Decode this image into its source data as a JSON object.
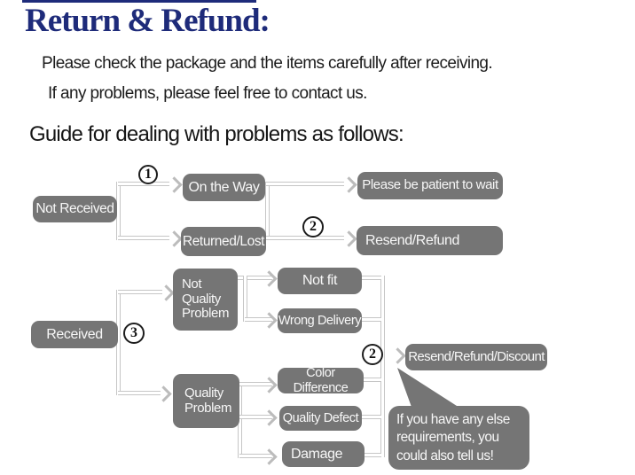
{
  "header": {
    "title": "Return & Refund:",
    "line1": "Please check the package and the items carefully after receiving.",
    "line2": "If any problems, please feel free to contact us.",
    "guide_heading": "Guide for dealing with problems as follows:"
  },
  "steps": {
    "one": "1",
    "two": "2",
    "three": "3"
  },
  "flow": {
    "not_received": "Not Received",
    "on_the_way": "On the Way",
    "returned_lost": "Returned/Lost",
    "please_wait": "Please be patient to wait",
    "resend_refund": "Resend/Refund",
    "received": "Received",
    "not_quality_problem": "Not Quality Problem",
    "not_fit": "Not fit",
    "wrong_delivery": "Wrong Delivery",
    "quality_problem": "Quality Problem",
    "color_difference": "Color Difference",
    "quality_defect": "Quality Defect",
    "damage": "Damage",
    "resend_refund_discount": "Resend/Refund/Discount",
    "bubble_note": "If you have any else requirements, you could also tell us!"
  },
  "colors": {
    "title_navy": "#1e2b7a",
    "box_gray": "#757575",
    "box_text": "#f7f7f7",
    "connector_gray": "#c6c6c6",
    "body_text": "#1c1c1c"
  }
}
